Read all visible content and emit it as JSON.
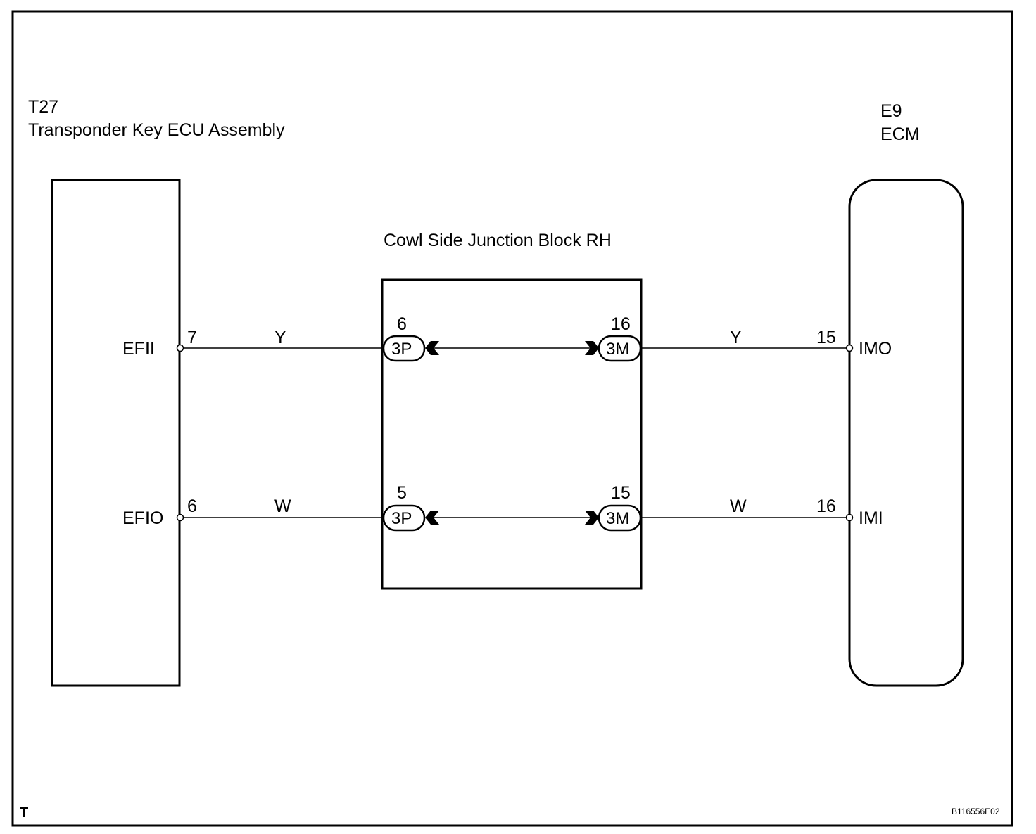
{
  "frame_letter": "T",
  "figure_code": "B116556E02",
  "left_component": {
    "code": "T27",
    "name": "Transponder Key ECU Assembly",
    "terminals": [
      {
        "name": "EFII",
        "pin": "7"
      },
      {
        "name": "EFIO",
        "pin": "6"
      }
    ]
  },
  "right_component": {
    "code": "E9",
    "name": "ECM",
    "terminals": [
      {
        "name": "IMO",
        "pin": "15"
      },
      {
        "name": "IMI",
        "pin": "16"
      }
    ]
  },
  "junction_block": {
    "name": "Cowl Side Junction Block RH",
    "rows": [
      {
        "left_connector": "3P",
        "left_pin": "6",
        "right_connector": "3M",
        "right_pin": "16"
      },
      {
        "left_connector": "3P",
        "left_pin": "5",
        "right_connector": "3M",
        "right_pin": "15"
      }
    ]
  },
  "wires": [
    {
      "left_color": "Y",
      "right_color": "Y"
    },
    {
      "left_color": "W",
      "right_color": "W"
    }
  ]
}
